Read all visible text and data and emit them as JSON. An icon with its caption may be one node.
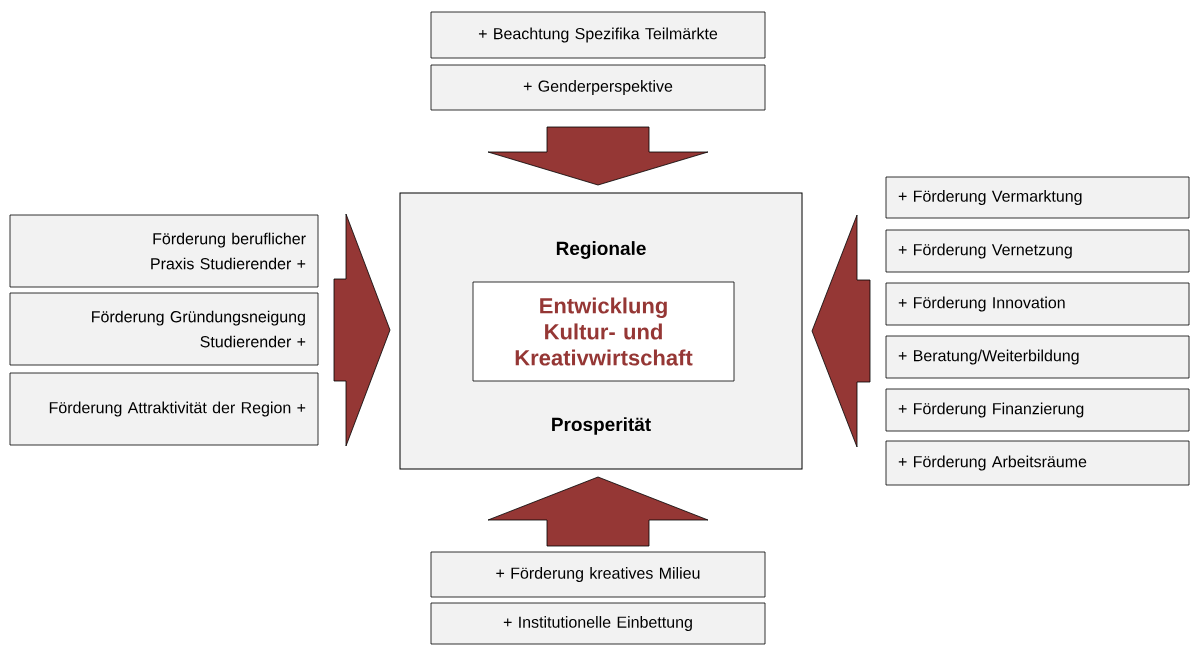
{
  "diagram": {
    "nodes": [
      {
        "text": [
          "+ Beachtung Spezifika Teilmärkte"
        ]
      },
      {
        "text": [
          "+ Genderperspektive"
        ]
      },
      {
        "text": [
          "Förderung beruflicher Praxis Studierender +"
        ]
      },
      {
        "text": [
          "Förderung Gründungsneigung Studierender +"
        ]
      },
      {
        "text": [
          "Förderung Attraktivität der Region +"
        ]
      },
      {
        "text": [
          "Regionale",
          "Prosperität"
        ]
      },
      {
        "text": [
          "Entwicklung Kultur- und Kreativwirtschaft"
        ],
        "in": 5
      },
      {
        "text": [
          "+ Förderung Vermarktung"
        ]
      },
      {
        "text": [
          "+ Förderung Vernetzung"
        ]
      },
      {
        "text": [
          "+ Förderung Innovation"
        ]
      },
      {
        "text": [
          "+ Beratung/Weiterbildung"
        ]
      },
      {
        "text": [
          "+ Förderung Finanzierung"
        ]
      },
      {
        "text": [
          "+ Förderung Arbeitsräume"
        ]
      },
      {
        "text": [
          "+ Förderung kreatives Milieu"
        ]
      },
      {
        "text": [
          "+ Institutionelle Einbettung"
        ]
      }
    ],
    "edges": [
      {
        "from": 0,
        "to": 5,
        "arrow": "to"
      },
      {
        "from": 1,
        "to": 5,
        "arrow": "to"
      },
      {
        "from": 2,
        "to": 5,
        "arrow": "to"
      },
      {
        "from": 3,
        "to": 5,
        "arrow": "to"
      },
      {
        "from": 4,
        "to": 5,
        "arrow": "to"
      },
      {
        "from": 7,
        "to": 5,
        "arrow": "to"
      },
      {
        "from": 8,
        "to": 5,
        "arrow": "to"
      },
      {
        "from": 9,
        "to": 5,
        "arrow": "to"
      },
      {
        "from": 10,
        "to": 5,
        "arrow": "to"
      },
      {
        "from": 11,
        "to": 5,
        "arrow": "to"
      },
      {
        "from": 12,
        "to": 5,
        "arrow": "to"
      },
      {
        "from": 13,
        "to": 5,
        "arrow": "to"
      },
      {
        "from": 14,
        "to": 5,
        "arrow": "to"
      }
    ]
  }
}
